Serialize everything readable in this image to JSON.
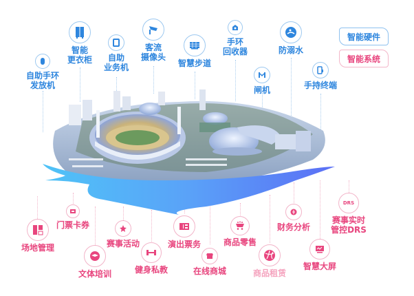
{
  "legend": {
    "hardware": "智能硬件",
    "system": "智能系统"
  },
  "colors": {
    "hardware": "#2e86de",
    "system": "#e8457e",
    "wave_start": "#4fc3f7",
    "wave_end": "#5b6ff5"
  },
  "hardware": [
    {
      "label1": "自助手环",
      "label2": "发放机",
      "icon": "wristband-icon"
    },
    {
      "label1": "智能",
      "label2": "更衣柜",
      "icon": "locker-icon"
    },
    {
      "label1": "自助",
      "label2": "业务机",
      "icon": "kiosk-icon"
    },
    {
      "label1": "客流",
      "label2": "摄像头",
      "icon": "camera-icon"
    },
    {
      "label1": "智慧步道",
      "label2": "",
      "icon": "display-panel-icon"
    },
    {
      "label1": "手环",
      "label2": "回收器",
      "icon": "recycler-icon"
    },
    {
      "label1": "闸机",
      "label2": "",
      "icon": "turnstile-icon"
    },
    {
      "label1": "防溺水",
      "label2": "",
      "icon": "anti-drowning-icon"
    },
    {
      "label1": "手持终端",
      "label2": "",
      "icon": "handheld-terminal-icon"
    }
  ],
  "systems": [
    {
      "label1": "场地管理",
      "label2": "",
      "icon": "venue-icon"
    },
    {
      "label1": "门票卡券",
      "label2": "",
      "icon": "ticket-icon"
    },
    {
      "label1": "文体培训",
      "label2": "",
      "icon": "graduation-cap-icon"
    },
    {
      "label1": "赛事活动",
      "label2": "",
      "icon": "star-icon"
    },
    {
      "label1": "健身私教",
      "label2": "",
      "icon": "dumbbell-icon"
    },
    {
      "label1": "演出票务",
      "label2": "",
      "icon": "show-ticket-icon"
    },
    {
      "label1": "在线商城",
      "label2": "",
      "icon": "shop-icon"
    },
    {
      "label1": "商品零售",
      "label2": "",
      "icon": "cart-icon"
    },
    {
      "label1": "商品租赁",
      "label2": "",
      "icon": "ball-icon"
    },
    {
      "label1": "财务分析",
      "label2": "",
      "icon": "coin-icon"
    },
    {
      "label1": "智慧大屏",
      "label2": "",
      "icon": "monitor-icon"
    },
    {
      "label1": "赛事实时",
      "label2": "管控DRS",
      "icon": "drs-icon",
      "icon_text": "DRS"
    }
  ]
}
